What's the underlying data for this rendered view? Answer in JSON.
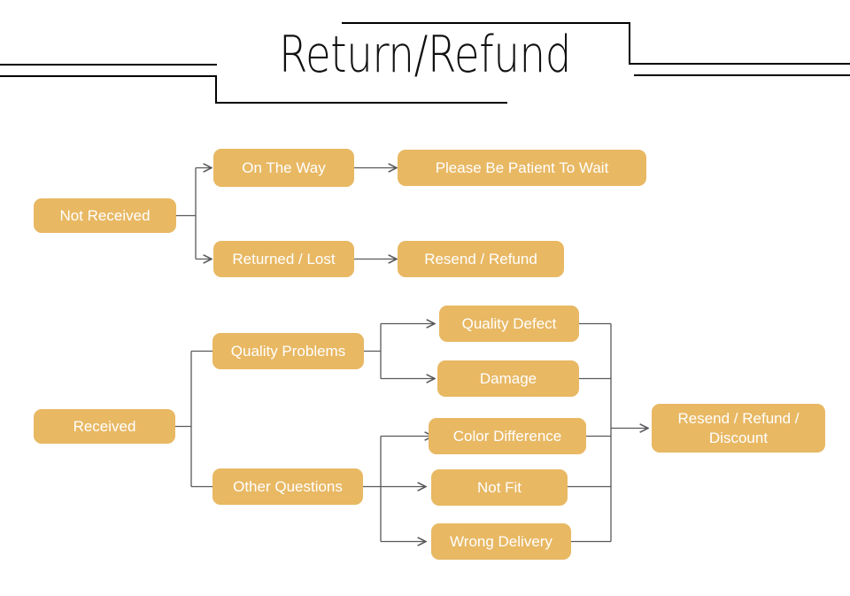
{
  "header": {
    "title": "Return/Refund"
  },
  "diagram": {
    "type": "flowchart",
    "box_color": "#e8b863",
    "text_color": "#ffffff",
    "connector_color": "#58595b",
    "branches": [
      {
        "root": "Not Received",
        "paths": [
          {
            "stage1": "On The Way",
            "stage2": "Please Be Patient To Wait"
          },
          {
            "stage1": "Returned / Lost",
            "stage2": "Resend / Refund"
          }
        ]
      },
      {
        "root": "Received",
        "paths": [
          {
            "stage1": "Quality Problems",
            "reasons": [
              "Quality Defect",
              "Damage"
            ]
          },
          {
            "stage1": "Other Questions",
            "reasons": [
              "Color Difference",
              "Not Fit",
              "Wrong Delivery"
            ]
          }
        ],
        "outcome": "Resend / Refund /\nDiscount"
      }
    ]
  },
  "nodes": {
    "not_received": "Not Received",
    "on_the_way": "On The Way",
    "please_wait": "Please Be Patient To Wait",
    "returned_lost": "Returned / Lost",
    "resend_refund": "Resend / Refund",
    "received": "Received",
    "quality_problems": "Quality Problems",
    "other_questions": "Other Questions",
    "quality_defect": "Quality Defect",
    "damage": "Damage",
    "color_difference": "Color Difference",
    "not_fit": "Not Fit",
    "wrong_delivery": "Wrong Delivery",
    "resend_refund_discount": "Resend / Refund /\nDiscount"
  }
}
